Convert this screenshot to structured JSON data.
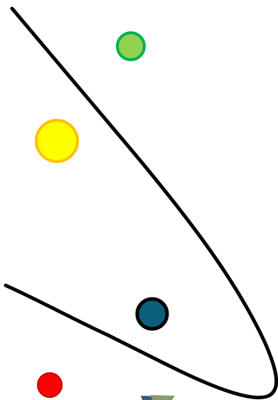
{
  "scene": {
    "background": "#ffffff",
    "curve": {
      "name": "parabola-curve",
      "stroke": "#000000"
    },
    "markers": [
      {
        "name": "green-circle-marker",
        "fill": "#92d050",
        "stroke": "#00b050"
      },
      {
        "name": "yellow-circle-marker",
        "fill": "#ffff00",
        "stroke": "#ffc000"
      },
      {
        "name": "teal-circle-marker",
        "fill": "#0b5f7a",
        "stroke": "#000000"
      },
      {
        "name": "red-circle-marker",
        "fill": "#ff0000",
        "stroke": "#c00000"
      }
    ],
    "partial_image": {
      "name": "partial-picture-edge",
      "colors": [
        "#3b5a7a",
        "#8a9a70"
      ]
    }
  }
}
